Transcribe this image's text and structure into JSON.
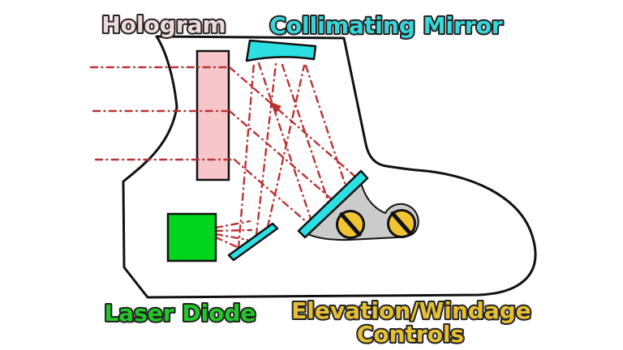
{
  "labels": {
    "hologram": "Hologram",
    "collimating_mirror": "Collimating Mirror",
    "laser_diode": "Laser Diode",
    "controls_line1": "Elevation/Windage",
    "controls_line2": "Controls"
  },
  "colors": {
    "background": "#ffffff",
    "outline": "#111111",
    "hologram_pink": "#f7c6ca",
    "mirror_cyan": "#2bdfe2",
    "laser_green": "#00d41e",
    "knob_yellow": "#f0c433",
    "bracket_gray": "#cccbcb",
    "beam_red": "#b83333",
    "label_pink": "#eed9dd",
    "label_cyan": "#38d6d8",
    "label_green": "#24c629",
    "label_gold": "#e6bf35"
  }
}
